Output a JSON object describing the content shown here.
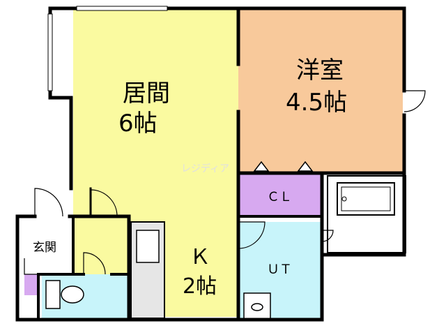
{
  "rooms": {
    "living": {
      "name": "居間",
      "size": "6帖"
    },
    "western": {
      "name": "洋室",
      "size": "4.5帖"
    },
    "closet": {
      "name": "ＣＬ"
    },
    "utility": {
      "name": "ＵＴ"
    },
    "kitchen": {
      "name": "Ｋ",
      "size": "2帖"
    },
    "entrance": {
      "name": "玄関"
    }
  },
  "colors": {
    "living": "#fafaa0",
    "western": "#f8c99b",
    "closet": "#d7a9f0",
    "wet": "#c8f4fa",
    "wall": "#000000",
    "fixture": "#e6e6e6"
  },
  "watermark": "レジディア"
}
